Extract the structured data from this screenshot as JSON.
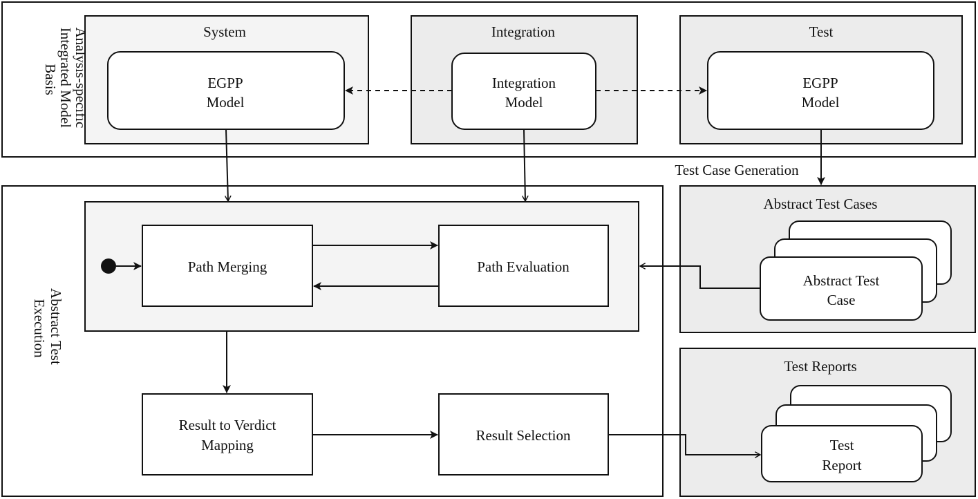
{
  "regions": {
    "model_basis": {
      "label_lines": [
        "Analysis-specific",
        "Integrated Model",
        "Basis"
      ]
    },
    "execution": {
      "label_lines": [
        "Abstract Test",
        "Execution"
      ]
    }
  },
  "model_basis": {
    "system": {
      "title": "System",
      "model_lines": [
        "EGPP",
        "Model"
      ]
    },
    "integration": {
      "title": "Integration",
      "model_lines": [
        "Integration",
        "Model"
      ]
    },
    "test": {
      "title": "Test",
      "model_lines": [
        "EGPP",
        "Model"
      ]
    }
  },
  "edges": {
    "test_case_generation": "Test Case Generation"
  },
  "execution": {
    "path_merging": "Path Merging",
    "path_evaluation": "Path Evaluation",
    "result_mapping_lines": [
      "Result to Verdict",
      "Mapping"
    ],
    "result_selection": "Result Selection"
  },
  "abstract_test_cases": {
    "title": "Abstract Test Cases",
    "card_lines": [
      "Abstract Test",
      "Case"
    ]
  },
  "test_reports": {
    "title": "Test Reports",
    "card_lines": [
      "Test",
      "Report"
    ]
  }
}
